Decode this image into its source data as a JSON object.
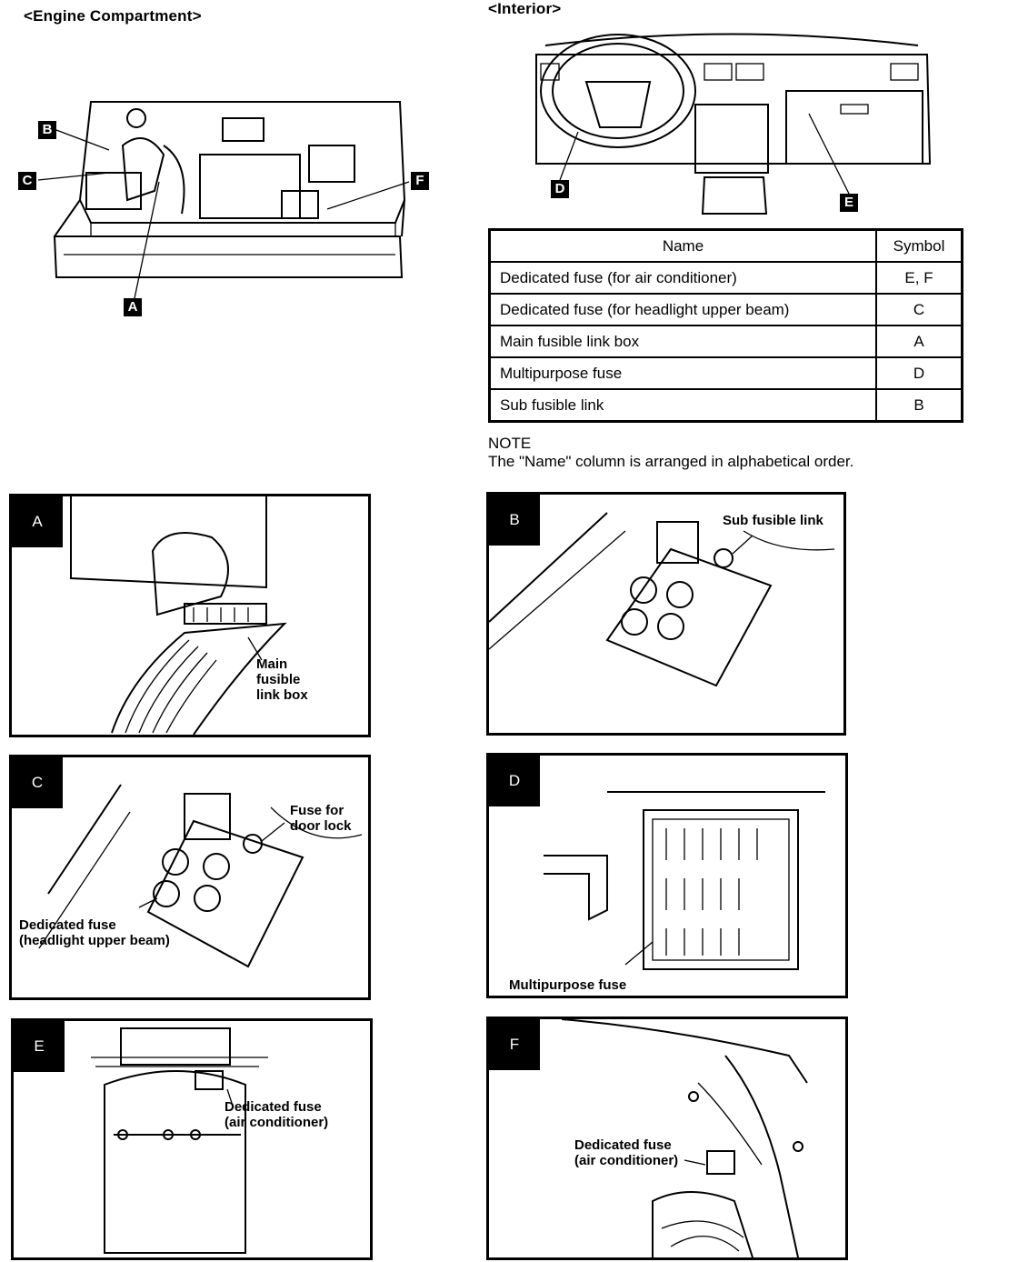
{
  "engine_title": "<Engine Compartment>",
  "interior_title": "<Interior>",
  "engine_labels": {
    "b": "B",
    "c": "C",
    "f": "F",
    "a": "A"
  },
  "interior_labels": {
    "d": "D",
    "e": "E"
  },
  "table": {
    "headers": [
      "Name",
      "Symbol"
    ],
    "rows": [
      {
        "name": "Dedicated fuse (for air conditioner)",
        "symbol": "E, F"
      },
      {
        "name": "Dedicated fuse (for headlight upper beam)",
        "symbol": "C"
      },
      {
        "name": "Main fusible link box",
        "symbol": "A"
      },
      {
        "name": "Multipurpose fuse",
        "symbol": "D"
      },
      {
        "name": "Sub fusible link",
        "symbol": "B"
      }
    ]
  },
  "note": {
    "heading": "NOTE",
    "text": "The \"Name\" column is arranged in alphabetical order."
  },
  "panels": {
    "a": {
      "tag": "A",
      "callout": "Main\nfusible\nlink box"
    },
    "b": {
      "tag": "B",
      "callout": "Sub fusible link"
    },
    "c": {
      "tag": "C",
      "callout1": "Fuse for\ndoor lock",
      "callout2": "Dedicated fuse\n(headlight upper beam)"
    },
    "d": {
      "tag": "D",
      "callout": "Multipurpose fuse"
    },
    "e": {
      "tag": "E",
      "callout": "Dedicated fuse\n(air conditioner)"
    },
    "f": {
      "tag": "F",
      "callout": "Dedicated fuse\n(air conditioner)"
    }
  }
}
